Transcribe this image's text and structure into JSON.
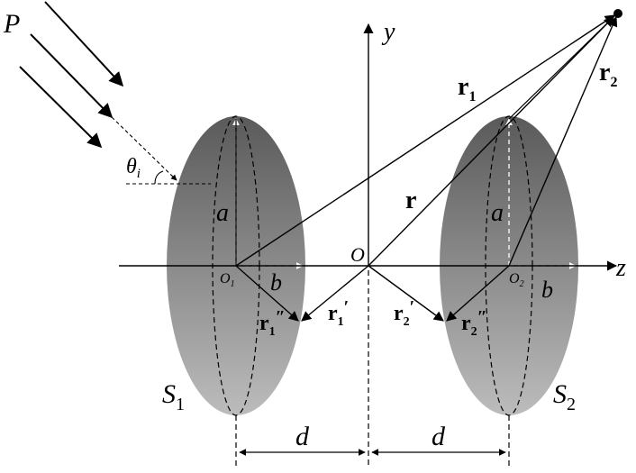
{
  "labels": {
    "wave": "P",
    "angle": "θ",
    "angle_sub": "i",
    "axis_y": "y",
    "axis_z": "z",
    "origin": "O",
    "r": "r",
    "r1": "r",
    "r1_sub": "1",
    "r2": "r",
    "r2_sub": "2",
    "r1p": "r",
    "r1p_sub": "1",
    "r1p_mark": "′",
    "r2p": "r",
    "r2p_sub": "2",
    "r2p_mark": "′",
    "r1pp": "r",
    "r1pp_sub": "1",
    "r1pp_mark": "″",
    "r2pp": "r",
    "r2pp_sub": "2",
    "r2pp_mark": "″",
    "a_left": "a",
    "a_right": "a",
    "b_left": "b",
    "b_right": "b",
    "o1": "O",
    "o1_sub": "1",
    "o2": "O",
    "o2_sub": "2",
    "s1": "S",
    "s1_sub": "1",
    "s2": "S",
    "s2_sub": "2",
    "d_left": "d",
    "d_right": "d"
  },
  "colors": {
    "ellipsoid_dark": "#5a5a5a",
    "ellipsoid_light": "#b8b8b8",
    "line": "#000000",
    "guide_arrow": "#ffffff"
  }
}
